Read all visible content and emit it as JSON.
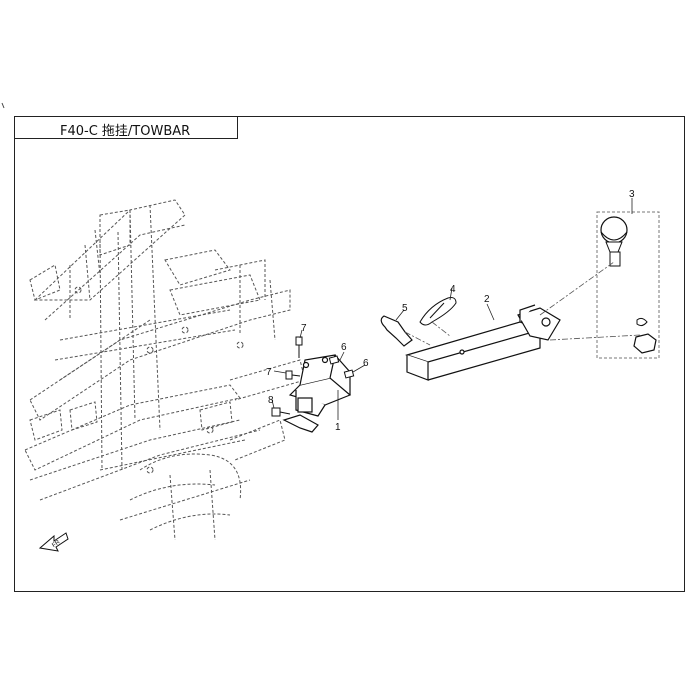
{
  "diagram": {
    "title": "F40-C 拖挂/TOWBAR",
    "callouts": [
      {
        "id": "c1",
        "text": "1"
      },
      {
        "id": "c2",
        "text": "2"
      },
      {
        "id": "c3",
        "text": "3"
      },
      {
        "id": "c4",
        "text": "4"
      },
      {
        "id": "c5",
        "text": "5"
      },
      {
        "id": "c6a",
        "text": "6"
      },
      {
        "id": "c6b",
        "text": "6"
      },
      {
        "id": "c7a",
        "text": "7"
      },
      {
        "id": "c7b",
        "text": "7"
      },
      {
        "id": "c8",
        "text": "8"
      }
    ],
    "direction_arrow_label": "FR"
  }
}
